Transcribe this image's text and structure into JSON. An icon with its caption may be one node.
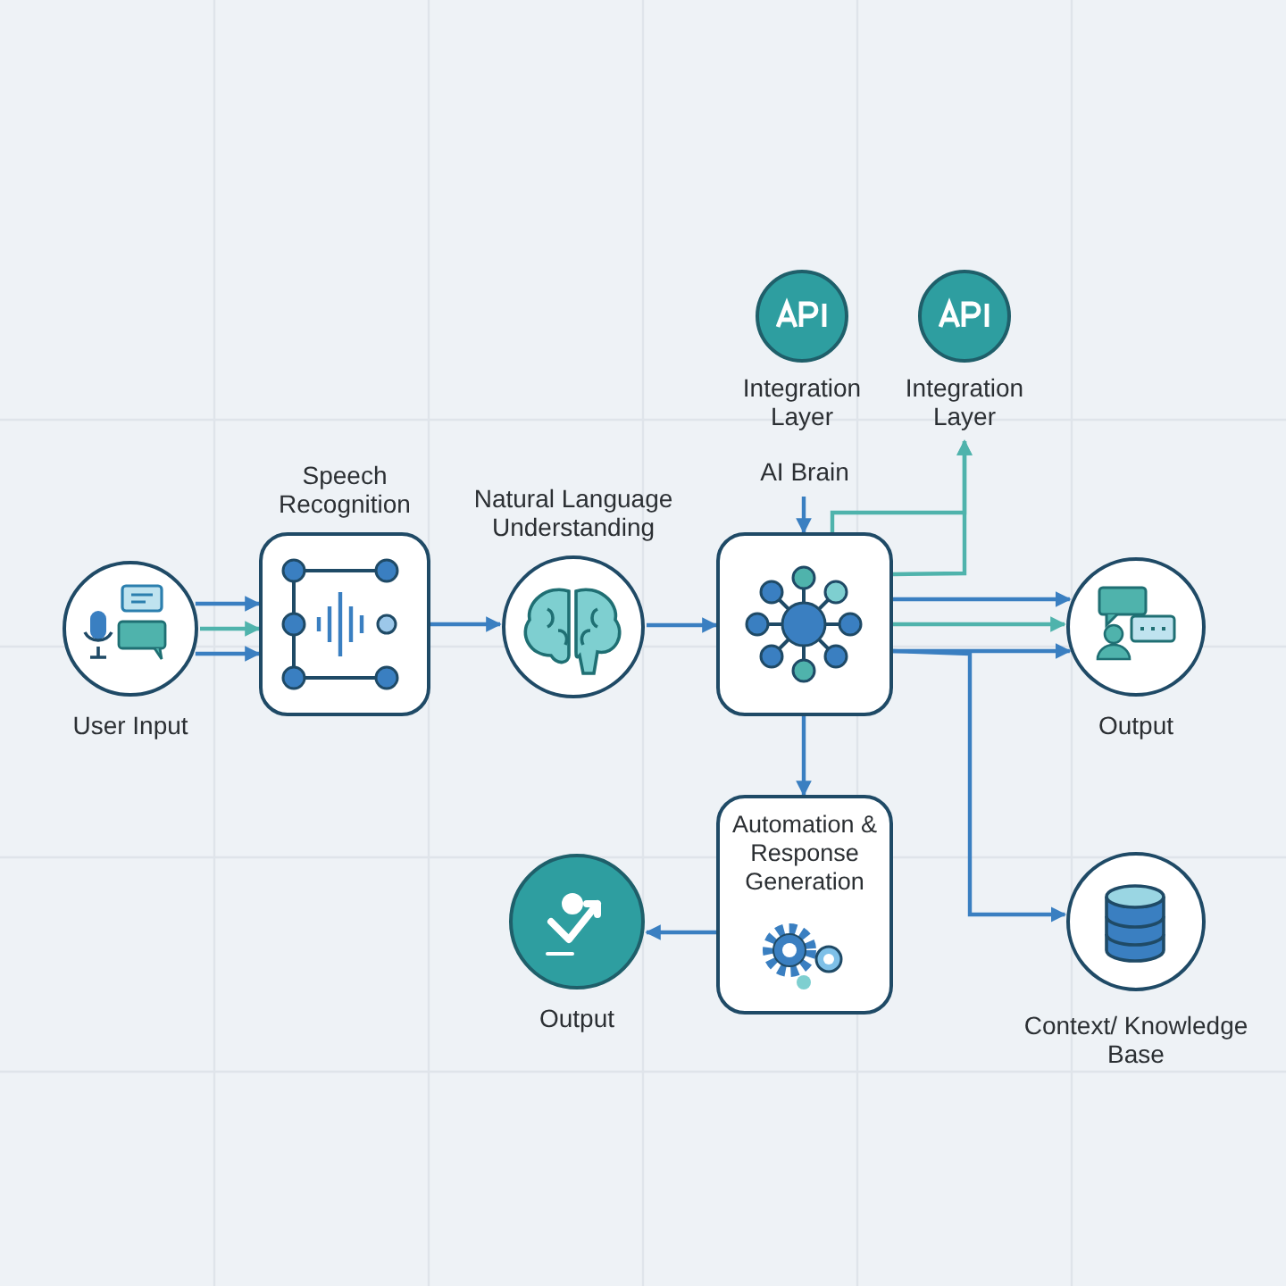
{
  "diagram": {
    "nodes": [
      {
        "text": [
          "User Input"
        ]
      },
      {
        "text": [
          "Speech Recognition"
        ]
      },
      {
        "text": [
          "Natural Language Understanding"
        ]
      },
      {
        "text": [
          "AI Brain"
        ]
      },
      {
        "text": [
          "Integration Layer"
        ]
      },
      {
        "text": [
          "Integration Layer"
        ]
      },
      {
        "text": [
          "Output"
        ]
      },
      {
        "text": [
          "Automation & Response Generation"
        ]
      },
      {
        "text": [
          "Output"
        ]
      },
      {
        "text": [
          "Context/ Knowledge Base"
        ]
      }
    ],
    "edges": [
      {
        "from": 0,
        "to": 1,
        "arrow": "to"
      },
      {
        "from": 0,
        "to": 1,
        "arrow": "to",
        "color": "#4fb3ac"
      },
      {
        "from": 0,
        "to": 1,
        "arrow": "to"
      },
      {
        "from": 1,
        "to": 2,
        "arrow": "to"
      },
      {
        "from": 2,
        "to": 3,
        "arrow": "to"
      },
      {
        "from": null,
        "to": 3,
        "arrow": "to"
      },
      {
        "from": 3,
        "to": 5,
        "arrow": "to",
        "color": "#4fb3ac"
      },
      {
        "from": 3,
        "to": 5,
        "arrow": "to",
        "color": "#4fb3ac"
      },
      {
        "from": 3,
        "to": 6,
        "arrow": "to"
      },
      {
        "from": 3,
        "to": 6,
        "arrow": "to",
        "color": "#4fb3ac"
      },
      {
        "from": 3,
        "to": 6,
        "arrow": "to"
      },
      {
        "from": 3,
        "to": 7,
        "arrow": "to"
      },
      {
        "from": 7,
        "to": 8,
        "arrow": "to"
      },
      {
        "from": 3,
        "to": 9,
        "arrow": "to"
      }
    ]
  }
}
